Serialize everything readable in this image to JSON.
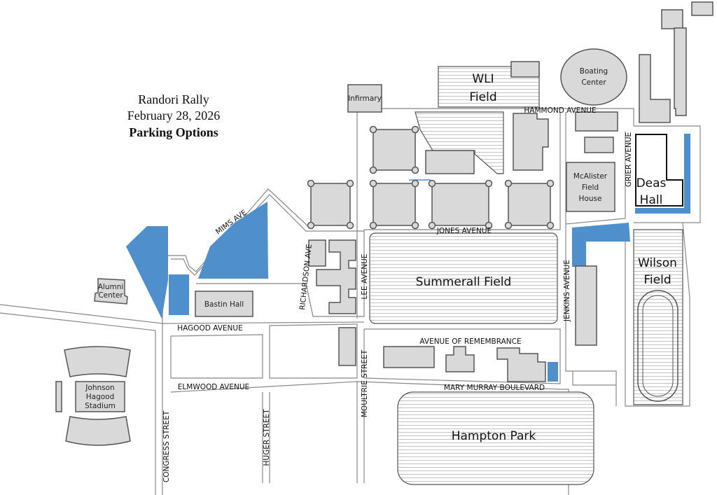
{
  "title": {
    "line1": "Randori Rally",
    "line2": "February 28, 2026",
    "line3": "Parking Options"
  },
  "colors": {
    "parking": "#4f8fcb",
    "building": "#d9d9d9",
    "outline": "#555555"
  },
  "buildings": {
    "infirmary": "Infirmary",
    "boating_center": [
      "Boating",
      "Center"
    ],
    "mcalister": [
      "McAlister",
      "Field",
      "House"
    ],
    "deas_hall": [
      "Deas",
      "Hall"
    ],
    "bastin_hall": "Bastin Hall",
    "alumni_center": [
      "Alumni",
      "Center"
    ],
    "stadium": [
      "Johnson",
      "Hagood",
      "Stadium"
    ]
  },
  "fields": {
    "wli": [
      "WLI",
      "Field"
    ],
    "summerall": "Summerall Field",
    "wilson": [
      "Wilson",
      "Field"
    ],
    "hampton_park": "Hampton Park"
  },
  "streets": {
    "hammond": "HAMMOND AVENUE",
    "grier": "GRIER AVENUE",
    "jones": "JONES AVENUE",
    "lee": "LEE AVENUE",
    "richardson": "RICHARDSON AVE",
    "mims": "MIMS AVE",
    "jenkins": "JENKINS AVENUE",
    "hagood": "HAGOOD AVENUE",
    "elmwood": "ELMWOOD AVENUE",
    "congress": "CONGRESS STREET",
    "huger": "HUGER STREET",
    "moultrie": "MOULTRIE STREET",
    "remembrance": "AVENUE OF REMEMBRANCE",
    "mary_murray": "MARY MURRAY BOULEVARD"
  }
}
